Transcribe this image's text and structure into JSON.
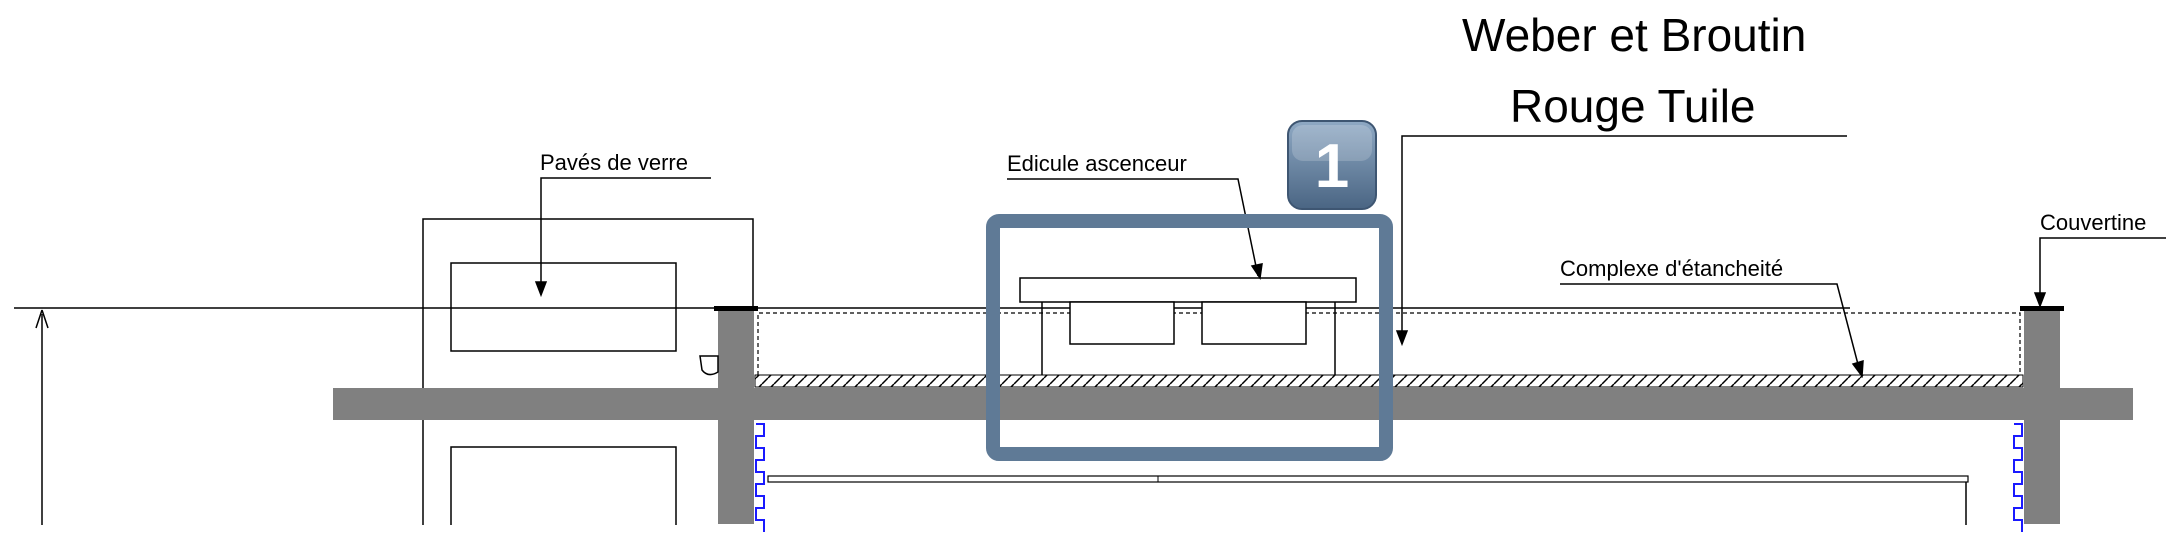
{
  "labels": {
    "paves_de_verre": "Pavés de verre",
    "edicule_ascenseur": "Edicule ascenceur",
    "weber_line1": "Weber et Broutin",
    "weber_line2": "Rouge Tuile",
    "couvertine": "Couvertine",
    "complexe_etancheite": "Complexe d'étancheité"
  },
  "badge": {
    "number": "1"
  },
  "colors": {
    "structure": "#808080",
    "highlight": "#5f7a96",
    "badge_top": "#7f9cba",
    "badge_bottom": "#4a6583",
    "insulation": "#1a1aff",
    "line": "#000000"
  }
}
